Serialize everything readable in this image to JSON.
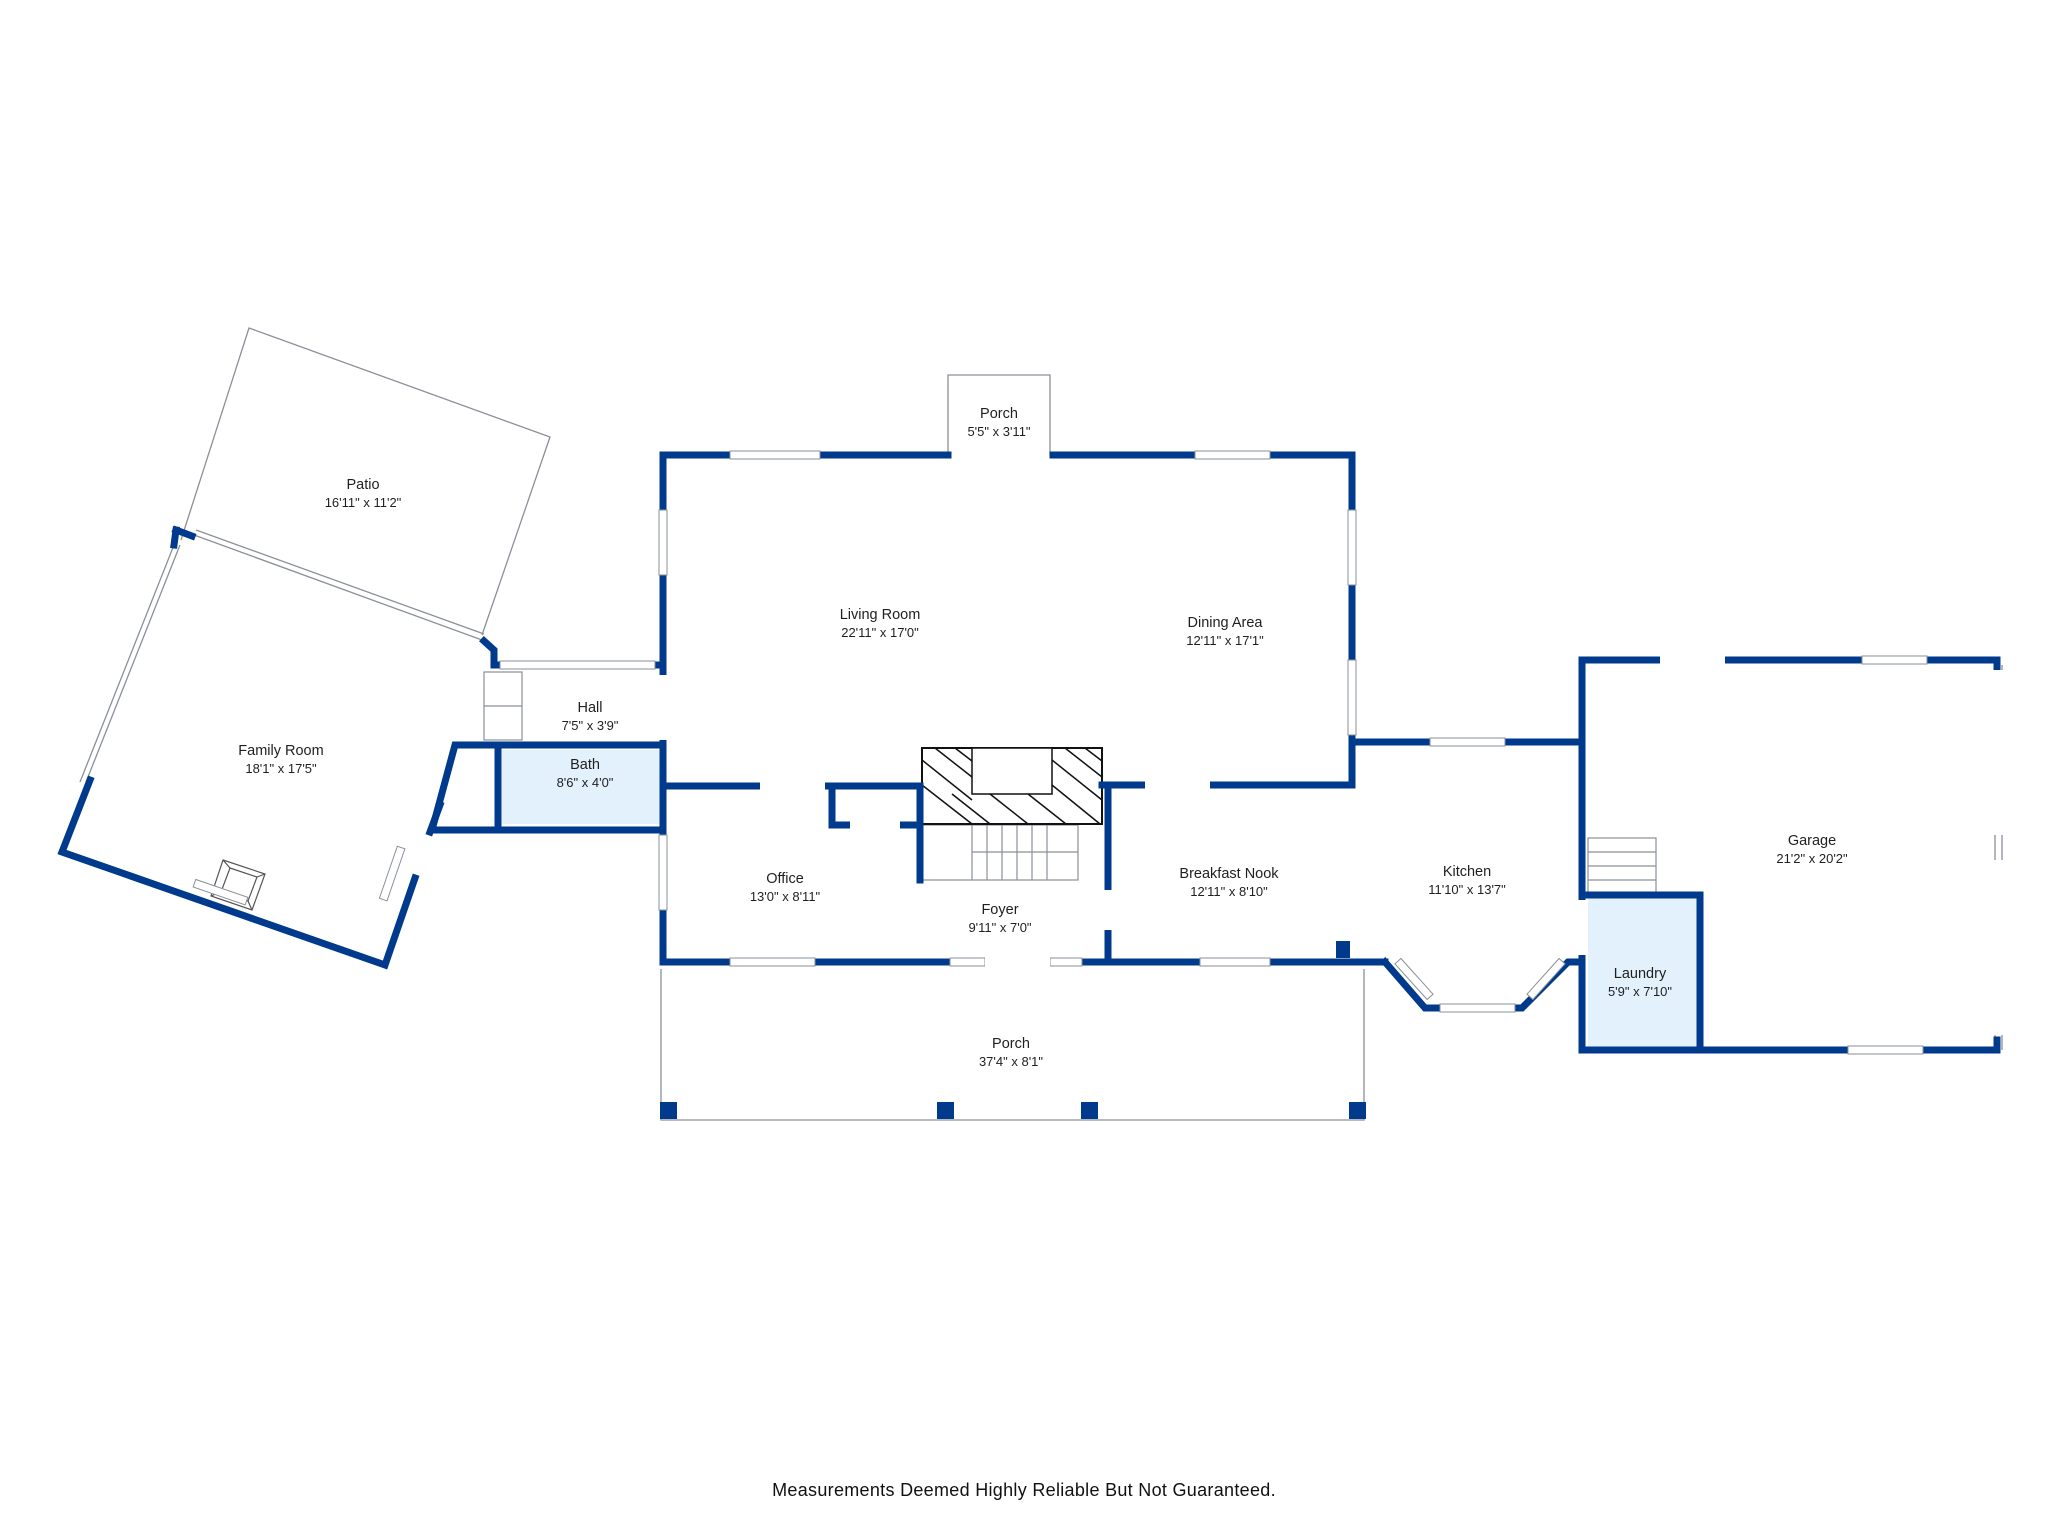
{
  "colors": {
    "wall": "#003a8c",
    "thin_line": "#8a9099",
    "wet_room_fill": "#e3f1fc",
    "window": "#ffffff"
  },
  "rooms": [
    {
      "id": "patio",
      "name": "Patio",
      "dims": "16'11\" x 11'2\""
    },
    {
      "id": "family-room",
      "name": "Family Room",
      "dims": "18'1\" x 17'5\""
    },
    {
      "id": "hall",
      "name": "Hall",
      "dims": "7'5\" x 3'9\""
    },
    {
      "id": "bath",
      "name": "Bath",
      "dims": "8'6\" x 4'0\""
    },
    {
      "id": "porch-rear",
      "name": "Porch",
      "dims": "5'5\" x 3'11\""
    },
    {
      "id": "living-room",
      "name": "Living Room",
      "dims": "22'11\" x 17'0\""
    },
    {
      "id": "dining-area",
      "name": "Dining Area",
      "dims": "12'11\" x 17'1\""
    },
    {
      "id": "office",
      "name": "Office",
      "dims": "13'0\" x 8'11\""
    },
    {
      "id": "foyer",
      "name": "Foyer",
      "dims": "9'11\" x 7'0\""
    },
    {
      "id": "breakfast-nook",
      "name": "Breakfast Nook",
      "dims": "12'11\" x 8'10\""
    },
    {
      "id": "kitchen",
      "name": "Kitchen",
      "dims": "11'10\" x 13'7\""
    },
    {
      "id": "garage",
      "name": "Garage",
      "dims": "21'2\" x 20'2\""
    },
    {
      "id": "laundry",
      "name": "Laundry",
      "dims": "5'9\" x 7'10\""
    },
    {
      "id": "porch-front",
      "name": "Porch",
      "dims": "37'4\" x 8'1\""
    }
  ],
  "disclaimer": "Measurements Deemed Highly Reliable But Not Guaranteed."
}
